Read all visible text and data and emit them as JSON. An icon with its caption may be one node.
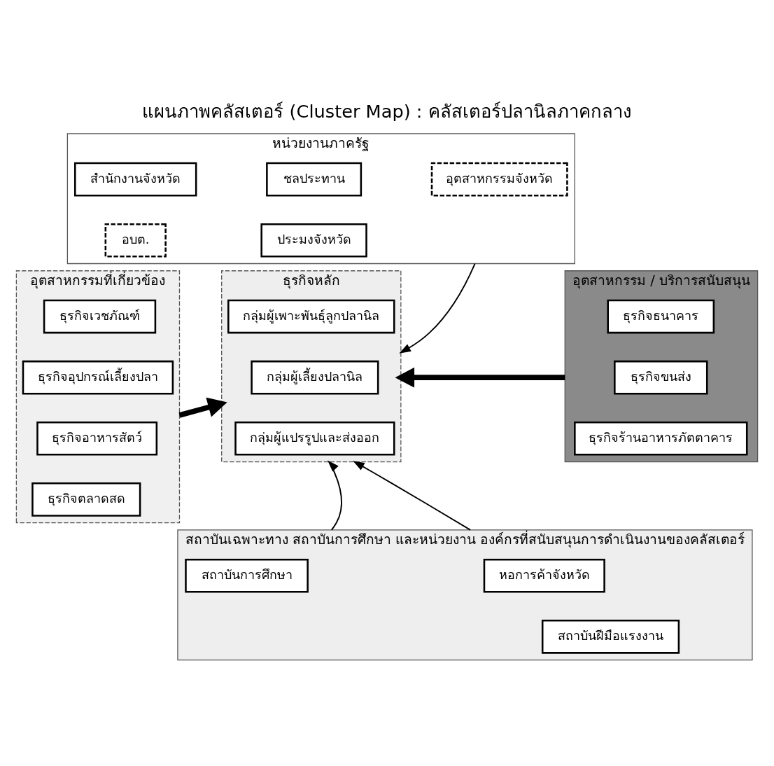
{
  "diagram": {
    "title": "แผนภาพคลัสเตอร์ (Cluster Map) : คลัสเตอร์ปลานิลภาคกลาง",
    "nodes": [
      {
        "text": [
          "หน่วยงานภาครัฐ"
        ]
      },
      {
        "text": [
          "สำนักงานจังหวัด"
        ],
        "in": 0
      },
      {
        "text": [
          "ชลประทาน"
        ],
        "in": 0
      },
      {
        "text": [
          "อุตสาหกรรมจังหวัด"
        ],
        "in": 0
      },
      {
        "text": [
          "อบต."
        ],
        "in": 0
      },
      {
        "text": [
          "ประมงจังหวัด"
        ],
        "in": 0
      },
      {
        "text": [
          "อุตสาหกรรมที่เกี่ยวข้อง"
        ]
      },
      {
        "text": [
          "ธุรกิจเวชภัณฑ์"
        ],
        "in": 6
      },
      {
        "text": [
          "ธุรกิจอุปกรณ์เลี้ยงปลา"
        ],
        "in": 6
      },
      {
        "text": [
          "ธุรกิจอาหารสัตว์"
        ],
        "in": 6
      },
      {
        "text": [
          "ธุรกิจตลาดสด"
        ],
        "in": 6
      },
      {
        "text": [
          "ธุรกิจหลัก"
        ]
      },
      {
        "text": [
          "กลุ่มผู้เพาะพันธุ์ลูกปลานิล"
        ],
        "in": 11
      },
      {
        "text": [
          "กลุ่มผู้เลี้ยงปลานิล"
        ],
        "in": 11
      },
      {
        "text": [
          "กลุ่มผู้แปรรูปและส่งออก"
        ],
        "in": 11
      },
      {
        "text": [
          "อุตสาหกรรม / บริการสนับสนุน"
        ]
      },
      {
        "text": [
          "ธุรกิจธนาคาร"
        ],
        "in": 15
      },
      {
        "text": [
          "ธุรกิจขนส่ง"
        ],
        "in": 15
      },
      {
        "text": [
          "ธุรกิจร้านอาหารภัตตาคาร"
        ],
        "in": 15
      },
      {
        "text": [
          "สถาบันเฉพาะทาง สถาบันการศึกษา และหน่วยงาน องค์กรที่สนับสนุนการดำเนินงานของคลัสเตอร์"
        ]
      },
      {
        "text": [
          "สถาบันการศึกษา"
        ],
        "in": 19
      },
      {
        "text": [
          "หอการค้าจังหวัด"
        ],
        "in": 19
      },
      {
        "text": [
          "สถาบันฝีมือแรงงาน"
        ],
        "in": 19
      }
    ],
    "edges": [
      {
        "from": 0,
        "to": 11,
        "arrow": "to"
      },
      {
        "from": 6,
        "to": 11,
        "arrow": "to",
        "style": "thick"
      },
      {
        "from": 15,
        "to": 11,
        "arrow": "to",
        "style": "thick"
      },
      {
        "from": 19,
        "to": 11,
        "arrow": "to"
      },
      {
        "from": 19,
        "to": 11,
        "arrow": "to"
      }
    ]
  }
}
